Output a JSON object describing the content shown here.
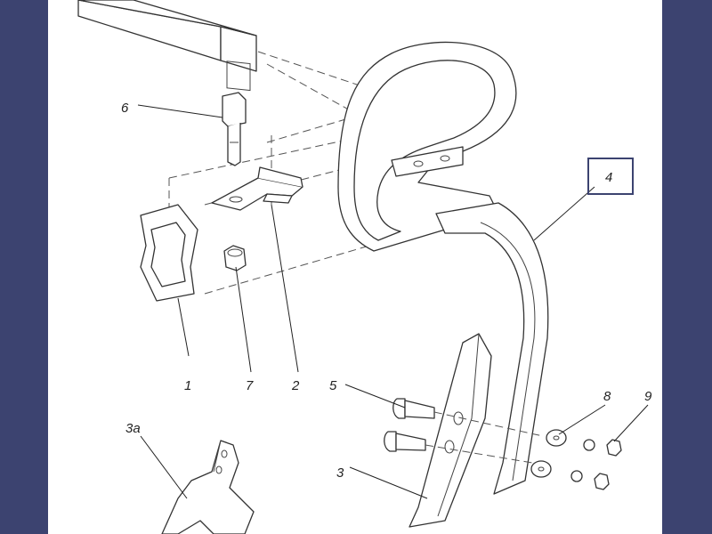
{
  "diagram": {
    "callouts": [
      {
        "id": "1",
        "text": "1"
      },
      {
        "id": "2",
        "text": "2"
      },
      {
        "id": "3",
        "text": "3"
      },
      {
        "id": "3a",
        "text": "3а"
      },
      {
        "id": "4",
        "text": "4"
      },
      {
        "id": "5",
        "text": "5"
      },
      {
        "id": "6",
        "text": "6"
      },
      {
        "id": "7",
        "text": "7"
      },
      {
        "id": "8",
        "text": "8"
      },
      {
        "id": "9",
        "text": "9"
      }
    ],
    "colors": {
      "frame": "#3c4370",
      "sheet": "#ffffff",
      "line": "#333333",
      "highlight_box": "#3c4370"
    }
  }
}
